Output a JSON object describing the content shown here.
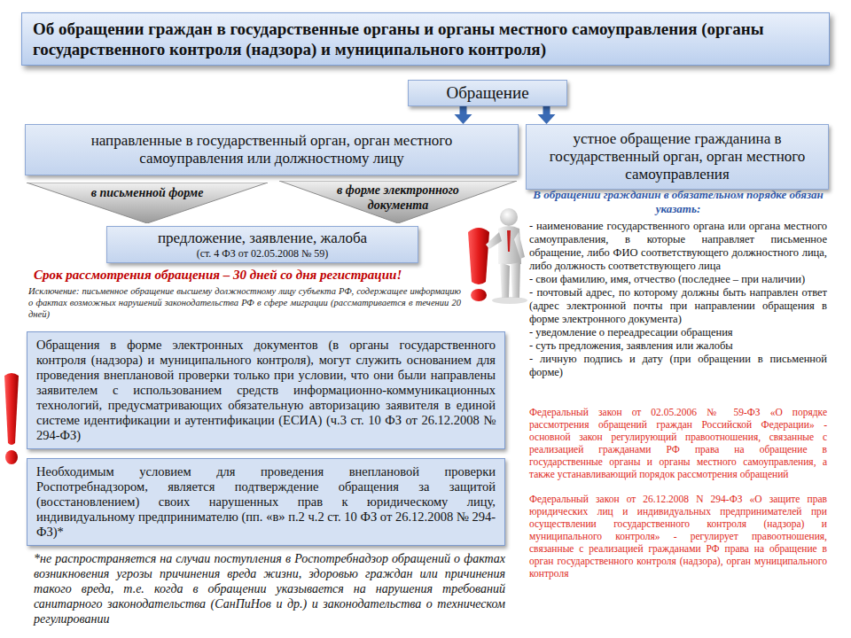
{
  "diagram": {
    "title": "Об обращении граждан в государственные органы и органы местного самоуправления (органы государственного контроля (надзора) и муниципального контроля)",
    "nodes": [
      {
        "text": [
          "Обращение"
        ]
      },
      {
        "text": [
          "направленные в государственный орган, орган местного самоуправления или должностному лицу"
        ]
      },
      {
        "text": [
          "устное обращение гражданина в государственный орган, орган местного самоуправления"
        ]
      },
      {
        "text": [
          "в письменной форме"
        ]
      },
      {
        "text": [
          "в форме электронного документа"
        ]
      },
      {
        "text": [
          "предложение, заявление, жалоба",
          "(ст. 4 ФЗ от 02.05.2008 № 59)"
        ]
      },
      {
        "text": [
          "Обращения в форме электронных документов (в органы государственного контроля (надзора) и муниципального контроля), могут служить основанием для проведения внеплановой проверки только при условии, что они были направлены заявителем с использованием средств информационно-коммуникационных технологий, предусматривающих обязательную авторизацию заявителя в единой системе идентификации и аутентификации (ЕСИА) (ч.3 ст. 10 ФЗ от 26.12.2008 № 294-ФЗ)"
        ]
      },
      {
        "text": [
          "Необходимым условием для проведения внеплановой проверки Роспотребнадзором, является подтверждение обращения за защитой (восстановлением) своих нарушенных прав к юридическому лицу, индивидуальному предпринимателю (пп. «в» п.2 ч.2 ст. 10 ФЗ от 26.12.2008 № 294-ФЗ)*"
        ]
      }
    ],
    "edges": [
      {
        "from": 0,
        "to": 1,
        "arrow": "to"
      },
      {
        "from": 0,
        "to": 2,
        "arrow": "to"
      }
    ],
    "labels": [
      "Срок рассмотрения обращения – 30 дней со дня регистрации!",
      "Исключение: письменное обращение высшему должностному лицу субъекта РФ, содержащее информацию о фактах возможных нарушений законодательства РФ в сфере миграции (рассматривается в течении 20 дней)",
      "*не распространяется на случаи поступления в Роспотребнадзор обращений о фактах возникновения угрозы причинения вреда жизни, здоровью граждан или причинения такого вреда, т.е. когда в обращении указывается на нарушения требований санитарного законодательства (СанПиНов и др.) и законодательства о техническом регулировании",
      "В обращении гражданин в обязательном порядке обязан указать:",
      "- наименование государственного органа или органа местного самоуправления, в которые направляет письменное обращение, либо ФИО соответствующего должностного лица, либо должность соответствующего лица",
      "- свои фамилию, имя, отчество (последнее – при наличии)",
      "- почтовый адрес, по которому должны быть направлен ответ (адрес электронной почты при направлении обращения в форме электронного документа)",
      "- уведомление о переадресации обращения",
      "- суть предложения, заявления или жалобы",
      "- личную подпись и дату (при обращении в письменной форме)",
      "Федеральный закон от 02.05.2006 № 59-ФЗ «О порядке рассмотрения обращений граждан Российской Федерации» - основной закон регулирующий правоотношения, связанные с реализацией гражданами РФ права на обращение в государственные органы и органы местного самоуправления, а также устанавливающий порядок рассмотрения обращений",
      "Федеральный закон от 26.12.2008 N 294-ФЗ «О защите прав юридических лиц и индивидуальных предпринимателей при осуществлении государственного контроля (надзора) и муниципального контроля» - регулирует правоотношения, связанные с реализацией гражданами РФ права на обращение в орган государственного контроля (надзора), орган муниципального контроля"
    ]
  }
}
